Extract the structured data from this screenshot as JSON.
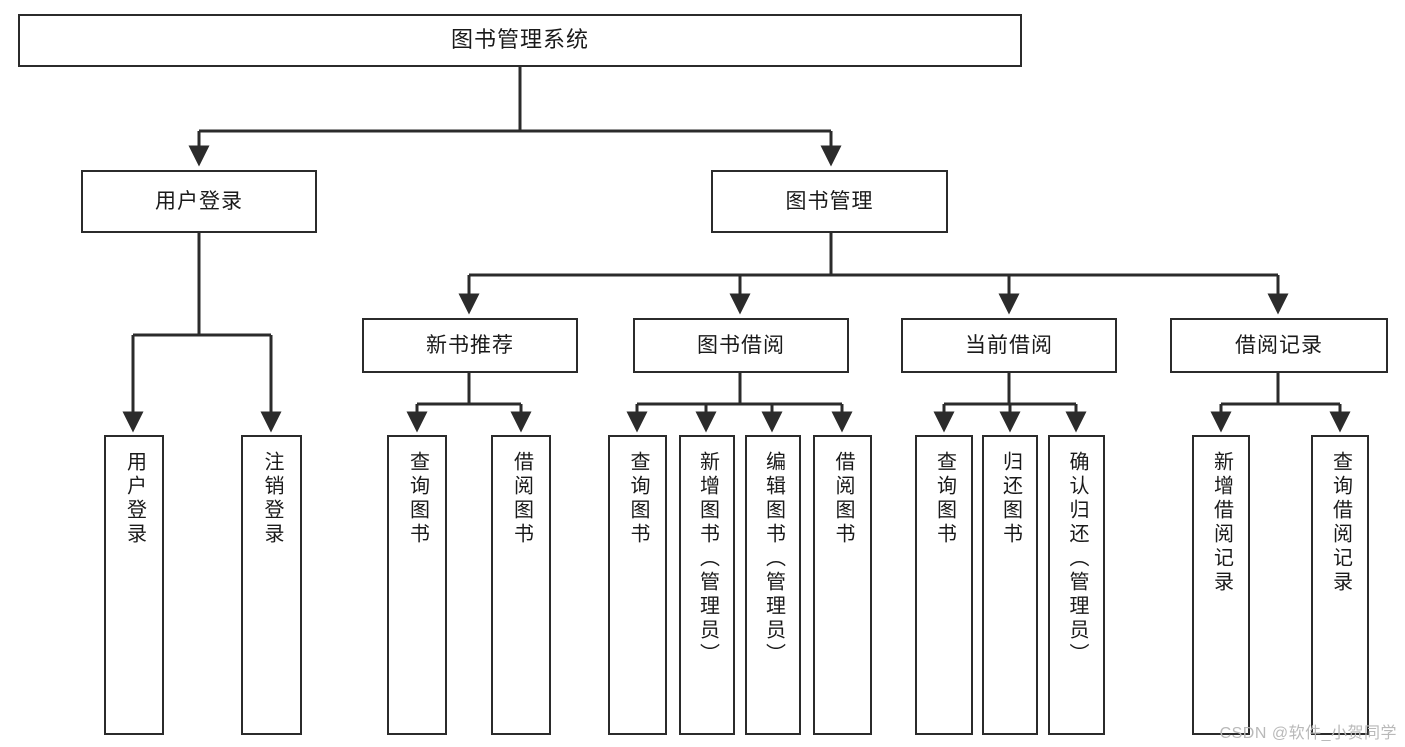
{
  "diagram": {
    "type": "tree-hierarchy",
    "title": "图书管理系统",
    "watermark": "CSDN @软件_小贺同学",
    "colors": {
      "background": "#ffffff",
      "node_border": "#2b2b2b",
      "node_fill": "#ffffff",
      "text": "#1a1a1a",
      "connector": "#2b2b2b",
      "watermark": "#b9b9b9"
    },
    "levels": {
      "root": {
        "label": "图书管理系统"
      },
      "level2": [
        {
          "label": "用户登录"
        },
        {
          "label": "图书管理"
        }
      ],
      "level3": [
        {
          "label": "新书推荐"
        },
        {
          "label": "图书借阅"
        },
        {
          "label": "当前借阅"
        },
        {
          "label": "借阅记录"
        }
      ],
      "leaves": [
        {
          "label": "用户登录",
          "parent": "用户登录"
        },
        {
          "label": "注销登录",
          "parent": "用户登录"
        },
        {
          "label": "查询图书",
          "parent": "新书推荐"
        },
        {
          "label": "借阅图书",
          "parent": "新书推荐"
        },
        {
          "label": "查询图书",
          "parent": "图书借阅"
        },
        {
          "label": "新增图书（管理员）",
          "parent": "图书借阅"
        },
        {
          "label": "编辑图书（管理员）",
          "parent": "图书借阅"
        },
        {
          "label": "借阅图书",
          "parent": "图书借阅"
        },
        {
          "label": "查询图书",
          "parent": "当前借阅"
        },
        {
          "label": "归还图书",
          "parent": "当前借阅"
        },
        {
          "label": "确认归还（管理员）",
          "parent": "当前借阅"
        },
        {
          "label": "新增借阅记录",
          "parent": "借阅记录"
        },
        {
          "label": "查询借阅记录",
          "parent": "借阅记录"
        }
      ]
    }
  }
}
